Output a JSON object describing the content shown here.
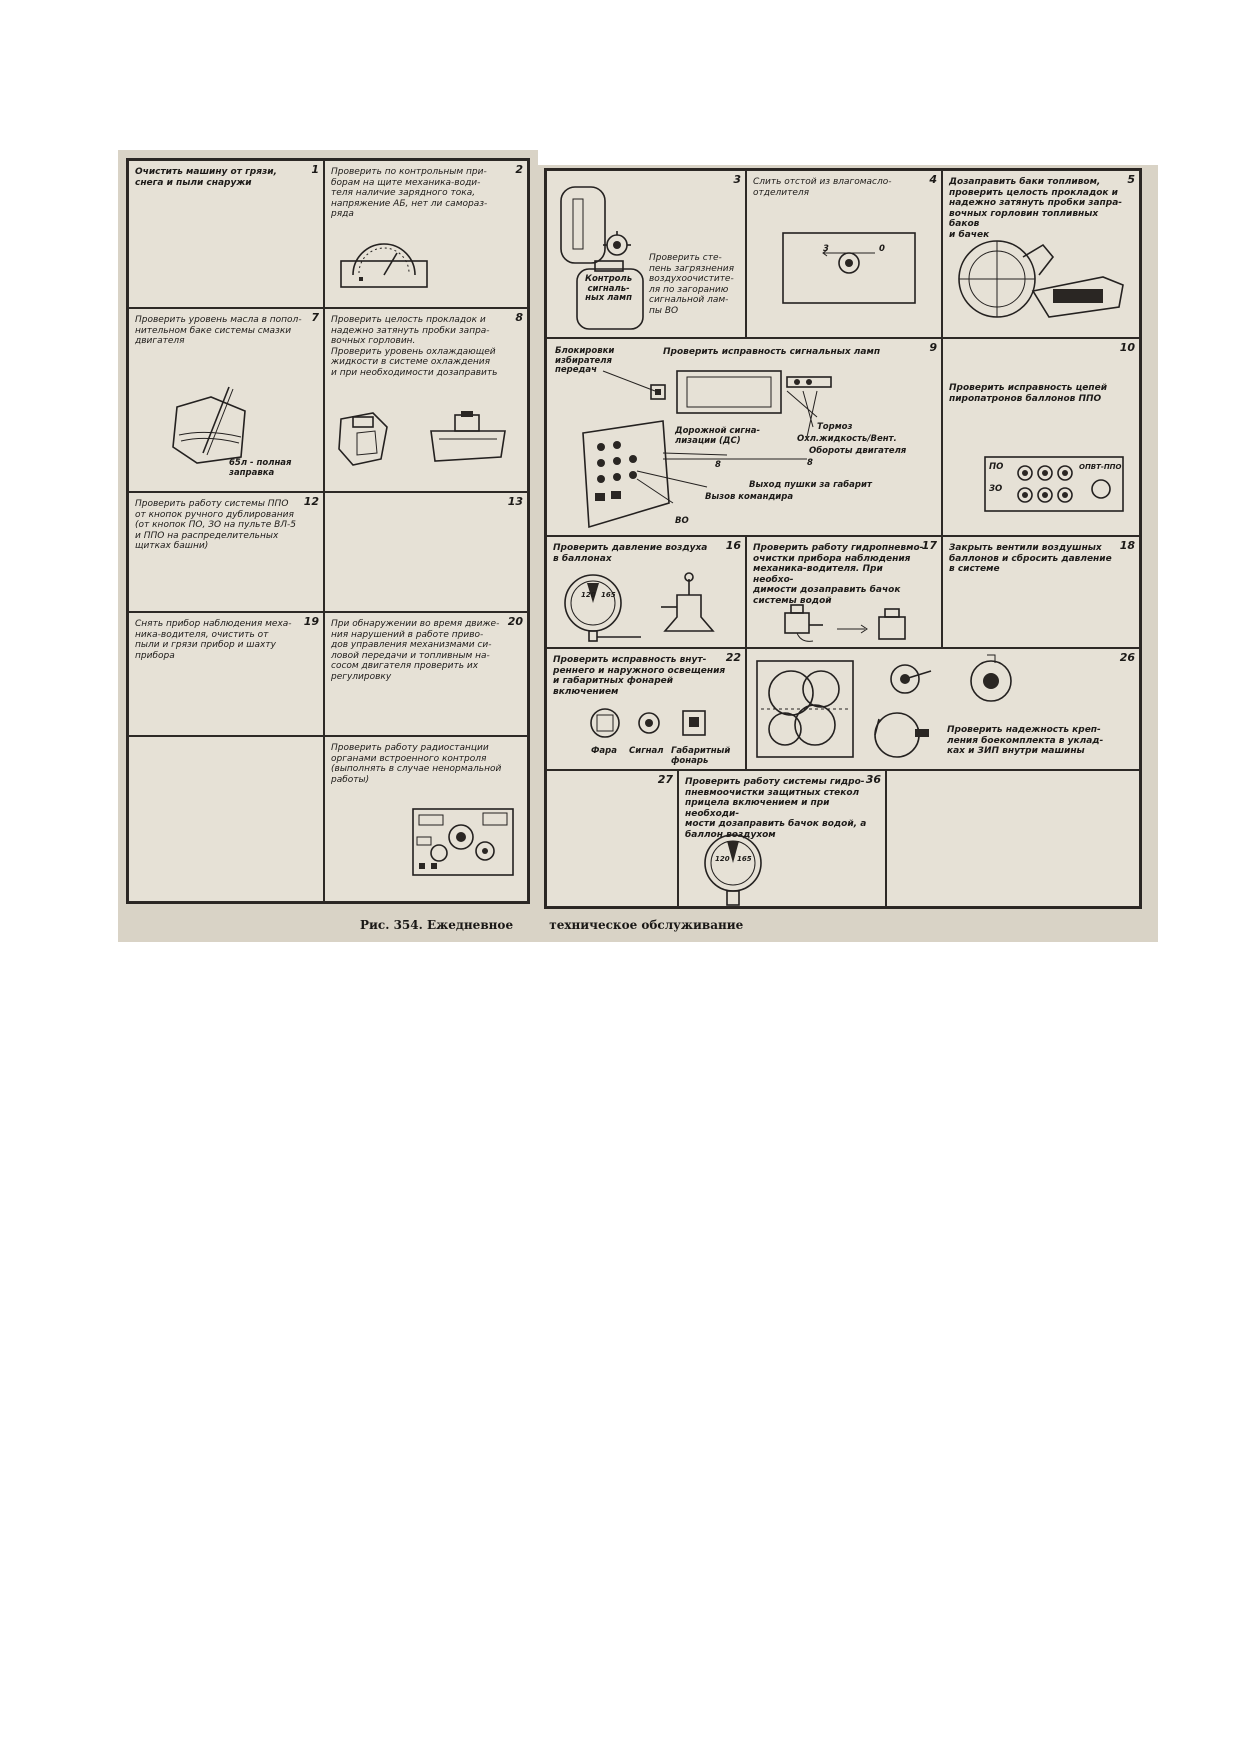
{
  "caption": {
    "prefix": "Рис. 354.",
    "part1": "Ежедневное",
    "part2": "техническое обслуживание"
  },
  "cells": [
    {
      "num": "1",
      "text": "Очистить машину от грязи,\nснега и пыли снаружи"
    },
    {
      "num": "2",
      "text": "Проверить по контрольным при-\nборам на щите механика-води-\nтеля наличие зарядного тока,\nнапряжение АБ, нет ли самораз-\nряда"
    },
    {
      "num": "3",
      "text": "Проверить сте-\nпень загрязнения\nвоздухоочистите-\nля по загоранию\nсигнальной лам-\nпы ВО",
      "label": "Контроль\nсигналь-\nных ламп"
    },
    {
      "num": "4",
      "text": "Слить отстой из влагомасло-\nотделителя",
      "label_left": "3",
      "label_right": "0"
    },
    {
      "num": "5",
      "text": "Дозаправить баки топливом,\nпроверить целость прокладок и\nнадежно затянуть пробки запра-\nвочных горловин топливных баков\nи бачек"
    },
    {
      "num": "7",
      "text": "Проверить уровень масла в попол-\nнительном баке системы смазки\nдвигателя",
      "label": "65л - полная\nзаправка"
    },
    {
      "num": "8",
      "text": "Проверить целость прокладок и\nнадежно затянуть пробки запра-\nвочных горловин.\nПроверить уровень охлаждающей\nжидкости в системе охлаждения\nи при необходимости дозаправить"
    },
    {
      "num": "9",
      "text": "Проверить исправность сигнальных ламп",
      "labels": [
        "Блокировки\nизбирателя\nпередач",
        "Дорожной сигна-\nлизации (ДС)",
        "Тормоз",
        "Охл.жидкость/Вент.",
        "Обороты двигателя",
        "Выход пушки за габарит",
        "Вызов командира",
        "ВО",
        "8",
        "8"
      ]
    },
    {
      "num": "10",
      "text": "Проверить исправность цепей\nпиропатронов баллонов ППО",
      "labels": [
        "ПО",
        "ЗО",
        "ОПВТ-ППО"
      ]
    },
    {
      "num": "12",
      "text": "Проверить работу системы ППО\nот кнопок ручного дублирования\n(от кнопок ПО, ЗО на пульте ВЛ-5\nи ППО на распределительных\nщитках башни)"
    },
    {
      "num": "13",
      "text": ""
    },
    {
      "num": "16",
      "text": "Проверить давление воздуха\nв баллонах",
      "labels": [
        "120",
        "165"
      ]
    },
    {
      "num": "17",
      "text": "Проверить работу гидропневмо-\nочистки прибора наблюдения\nмеханика-водителя. При необхо-\nдимости дозаправить бачок\nсистемы водой"
    },
    {
      "num": "18",
      "text": "Закрыть вентили воздушных\nбаллонов и сбросить давление\nв системе"
    },
    {
      "num": "19",
      "text": "Снять прибор наблюдения меха-\nника-водителя, очистить от\nпыли и грязи прибор и шахту\nприбора"
    },
    {
      "num": "20",
      "text": "При обнаружении во время движе-\nния нарушений в работе приво-\nдов управления механизмами си-\nловой передачи и топливным на-\nсосом двигателя проверить их\nрегулировку"
    },
    {
      "num": "22",
      "text": "Проверить исправность внут-\nреннего и наружного освещения\nи габаритных фонарей включением",
      "labels": [
        "Фара",
        "Сигнал",
        "Габаритный\nфонарь"
      ]
    },
    {
      "num": "26",
      "text": "Проверить надежность креп-\nления боекомплекта в уклад-\nках и ЗИП внутри машины"
    },
    {
      "num": "",
      "text": ""
    },
    {
      "num": "",
      "text": "Проверить работу радиостанции\nорганами встроенного контроля\n(выполнять в случае ненормальной\nработы)"
    },
    {
      "num": "27",
      "text": ""
    },
    {
      "num": "36",
      "text": "Проверить работу системы гидро-\nпневмоочистки защитных стекол\nприцела включением и при необходи-\nмости дозаправить бачок водой, а\nбаллон воздухом",
      "labels": [
        "120",
        "165"
      ]
    }
  ]
}
